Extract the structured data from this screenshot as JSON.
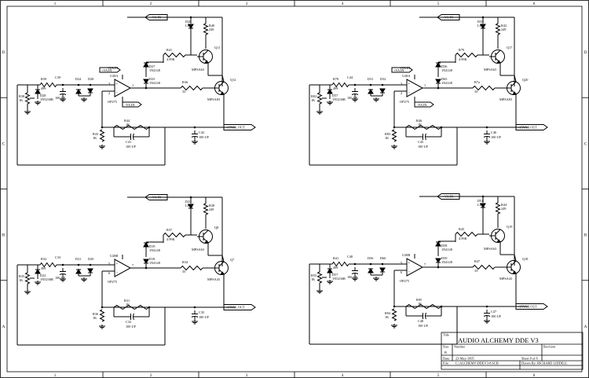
{
  "zones": {
    "columns": [
      "1",
      "2",
      "3",
      "4",
      "5",
      "6"
    ],
    "rows": [
      "D",
      "C",
      "B",
      "A"
    ]
  },
  "title_block": {
    "title_label": "Title",
    "title": "AUDIO ALCHEMY DDE V3",
    "size_label": "Size",
    "size": "B",
    "number_label": "Number",
    "revision_label": "Revision",
    "date_label": "Date:",
    "date": "23-May-1995",
    "file_label": "File:",
    "file": "C:\\ALCHEMY\\DDEV3-8.SCH",
    "sheet": "Sheet 8 of 8",
    "drawn_by": "Drawn By:   RICHARD LIDDELL"
  },
  "circuits": [
    {
      "name": "top-left",
      "rail_pos": "+VA IN",
      "rail_pos2": "+VA IN",
      "rail_neg": "-VA IN",
      "output": "+15VAL OUT",
      "opamp": "U28A",
      "opamp_part": "OP275",
      "pin_plus": "3",
      "pin_minus": "2",
      "pin_out": "1",
      "led": "D26",
      "led_val": "LED",
      "r_top": "R40",
      "r_top_val": "249",
      "q_top": "Q11",
      "q_top_part": "MPSA63",
      "q_out": "Q12",
      "q_out_part": "MPSA83",
      "r_base": "R41",
      "r_base_val": "4.99K",
      "d_a": "D27",
      "d_a_part": "1N4148",
      "d_b": "D25",
      "d_b_part": "1N4148",
      "r_emit": "R36",
      "r_emit_val": "33",
      "r_in": "R39",
      "r_in_val": "499",
      "c_in": "C39",
      "c_in_val": "100 UF",
      "d_c": "D24",
      "d_d": "D28",
      "zener": "D28",
      "zener_part": "1N5236B",
      "pot": "R38",
      "pot_val": "1K",
      "r_fb": "R44",
      "r_fb_val": "1K",
      "c_fb": "C41",
      "c_fb_val": "100 UF",
      "r_gnd": "R43",
      "r_gnd_val": "1K",
      "c_out": "C42",
      "c_out_val": "100 UF"
    },
    {
      "name": "top-right",
      "rail_pos": "+VA IN",
      "rail_pos2": "+VA IN",
      "rail_neg": "-VA IN",
      "output": "+15VAR OUT",
      "opamp": "U28A",
      "opamp_part": "OP275",
      "pin_plus": "3",
      "pin_minus": "2",
      "pin_out": "1",
      "led": "D35",
      "led_val": "LED",
      "r_top": "R42",
      "r_top_val": "249",
      "q_top": "Q17",
      "q_top_part": "MPSA63",
      "q_out": "Q20",
      "q_out_part": "MPSA83",
      "r_base": "R79",
      "r_base_val": "4.99K",
      "d_a": "D36",
      "d_a_part": "1N4148",
      "d_b": "D65",
      "d_b_part": "1N4148",
      "r_emit": "R7a",
      "r_emit_val": "33",
      "r_in": "R78",
      "r_in_val": "499",
      "c_in": "C44",
      "c_in_val": "100 UF",
      "d_c": "D31",
      "d_d": "D32",
      "zener": "D57",
      "zener_part": "1N5236B",
      "pot": "R82",
      "pot_val": "1K",
      "r_fb": "R46",
      "r_fb_val": "1K",
      "c_fb": "C45",
      "c_fb_val": "100 UF",
      "r_gnd": "R83",
      "r_gnd_val": "1K",
      "c_out": "C46",
      "c_out_val": "100 UF"
    },
    {
      "name": "bottom-left",
      "rail_pos": "+VA IN",
      "rail_pos2": "",
      "rail_neg": "",
      "output": "+15VAL OUT",
      "opamp": "U28B",
      "opamp_part": "OP275",
      "pin_plus": "5",
      "pin_minus": "6",
      "pin_out": "7",
      "led": "D23",
      "led_val": "LED",
      "r_top": "R38",
      "r_top_val": "249",
      "q_top": "Q8",
      "q_top_part": "MPSA63",
      "q_out": "Q7",
      "q_out_part": "MPSA43",
      "r_base": "R37",
      "r_base_val": "4.99K",
      "d_a": "D19",
      "d_a_part": "1N4148",
      "d_b": "D18",
      "d_b_part": "1N4148",
      "r_emit": "R34",
      "r_emit_val": "33",
      "r_in": "R32",
      "r_in_val": "499",
      "c_in": "C33",
      "c_in_val": "100 UF",
      "d_c": "D21",
      "d_d": "D20",
      "zener": "D22",
      "zener_part": "1N5236B",
      "pot": "R35",
      "pot_val": "1K",
      "r_fb": "R31",
      "r_fb_val": "1K",
      "c_fb": "C32",
      "c_fb_val": "100 UF",
      "r_gnd": "R36",
      "r_gnd_val": "1K",
      "c_out": "C35",
      "c_out_val": "100 UF"
    },
    {
      "name": "bottom-right",
      "rail_pos": "+VA IN",
      "rail_pos2": "",
      "rail_neg": "",
      "output": "+15VAR OUT",
      "opamp": "U28B",
      "opamp_part": "OP275",
      "pin_plus": "5",
      "pin_minus": "6",
      "pin_out": "7",
      "led": "D51",
      "led_val": "LED",
      "r_top": "R44",
      "r_top_val": "249",
      "q_top": "Q19",
      "q_top_part": "MPSA63",
      "q_out": "Q18",
      "q_out_part": "MPSA43",
      "r_base": "R45",
      "r_base_val": "4.99K",
      "d_a": "D58",
      "d_a_part": "1N4148",
      "d_b": "D59",
      "d_b_part": "1N4148",
      "r_emit": "R47",
      "r_emit_val": "33",
      "r_in": "R41",
      "r_in_val": "499",
      "c_in": "C40",
      "c_in_val": "100 UF",
      "d_c": "D56",
      "d_d": "D60",
      "zener": "D57",
      "zener_part": "1N5236B",
      "pot": "R55",
      "pot_val": "1K",
      "r_fb": "R95",
      "r_fb_val": "1K",
      "c_fb": "C48",
      "c_fb_val": "100 UF",
      "r_gnd": "R94",
      "r_gnd_val": "1K",
      "c_out": "C47",
      "c_out_val": "100 UF"
    }
  ]
}
